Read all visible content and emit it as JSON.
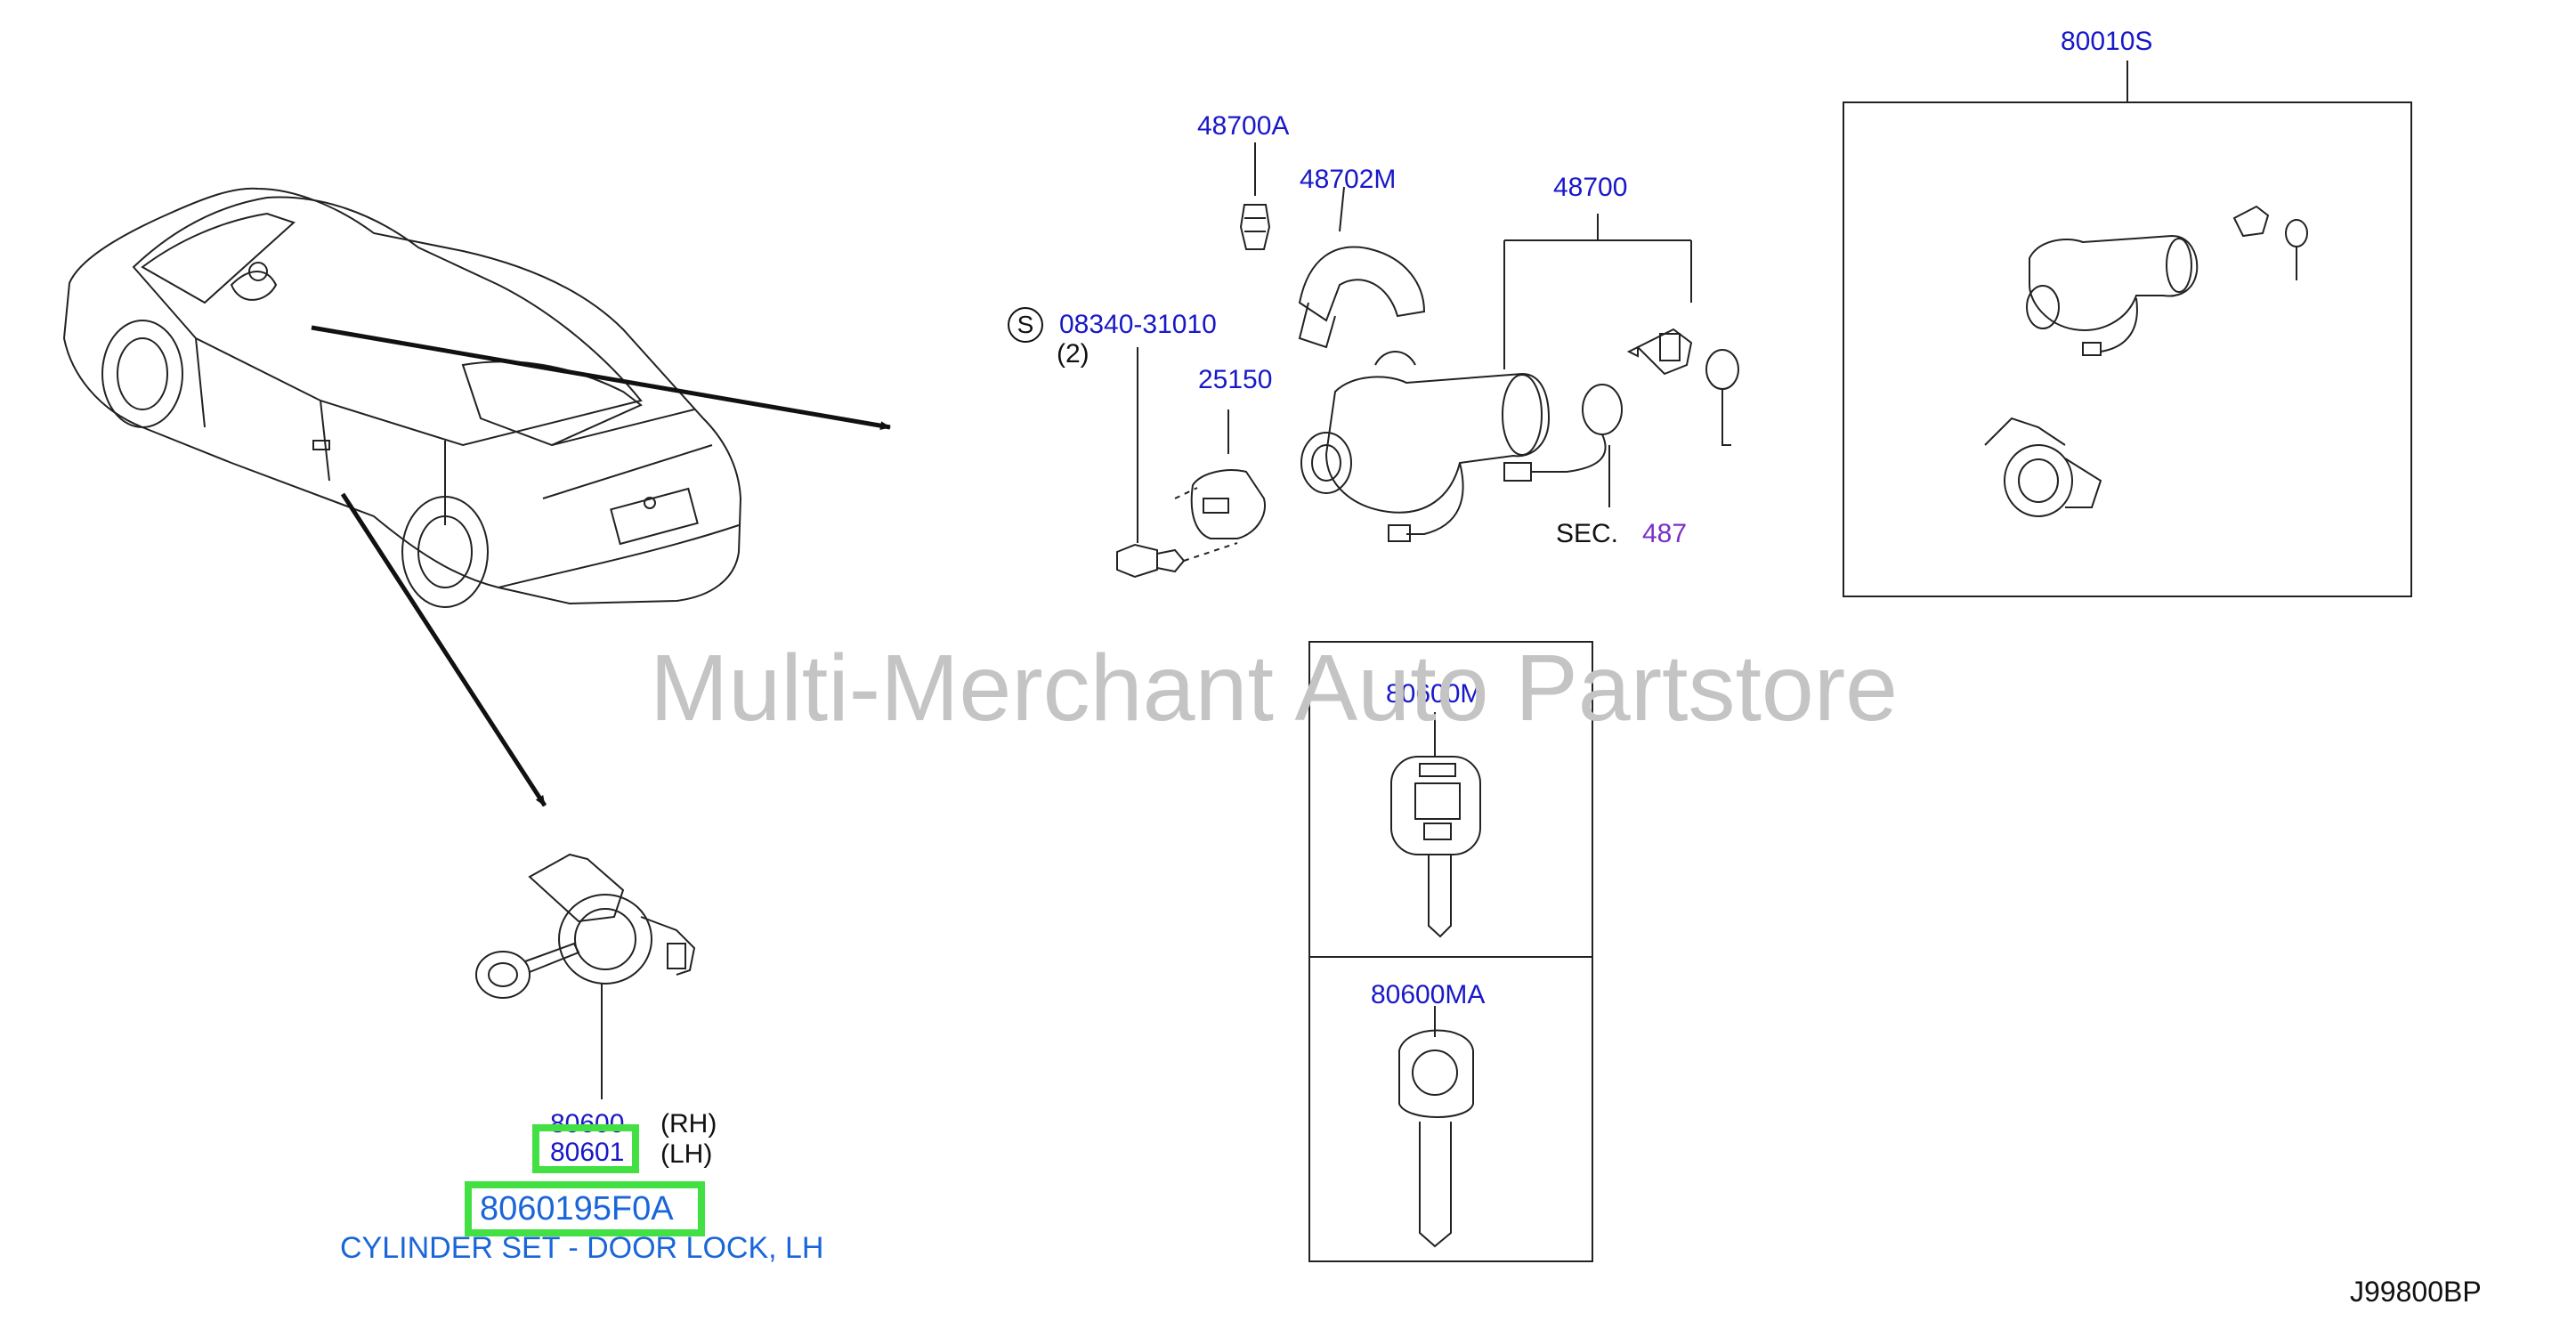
{
  "labels": {
    "p48700a": "48700A",
    "p48702m": "48702M",
    "p48700": "48700",
    "p80010s": "80010S",
    "p08340": "08340-31010",
    "qty2": "(2)",
    "circle_s": "S",
    "p25150": "25150",
    "sec_prefix": "SEC.",
    "sec_num": "487",
    "p80600m": "80600M",
    "p80600ma": "80600MA",
    "p80600": "80600",
    "rh": "(RH)",
    "p80601": "80601",
    "lh": "(LH)"
  },
  "selected_part": {
    "number": "8060195F0A",
    "description": "CYLINDER SET - DOOR LOCK, LH"
  },
  "watermark": "Multi-Merchant Auto Partstore",
  "diagram_code": "J99800BP",
  "colors": {
    "label_blue": "#1818c8",
    "selected_blue": "#1a66d9",
    "highlight_green": "#43e043",
    "section_purple": "#7a2fc9",
    "watermark_gray": "#c4c4c4"
  }
}
